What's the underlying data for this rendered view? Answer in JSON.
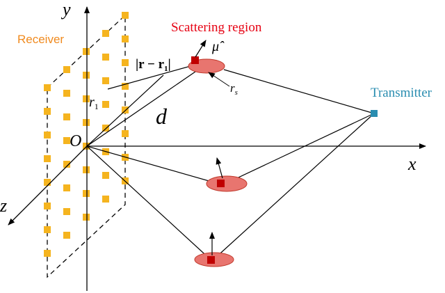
{
  "labels": {
    "y_axis": "y",
    "x_axis": "x",
    "z_axis": "z",
    "origin": "O",
    "receiver": "Receiver",
    "transmitter": "Transmitter",
    "scattering_region": "Scattering region",
    "distance": "d",
    "r1_main": "r",
    "r1_sub": "1",
    "mu": "μ̂",
    "rs_main": "r",
    "rs_sub": "s",
    "diff_main": "|r − r",
    "diff_sub": "1",
    "diff_end": "|"
  },
  "colors": {
    "receiver_text": "#f08a1e",
    "receiver_element": "#f5b41f",
    "scatter_text": "#e60012",
    "scatter_ellipse": "#e8756f",
    "scatter_ellipse_stroke": "#c0392b",
    "scatter_point": "#c00000",
    "transmitter_text": "#2a8db0",
    "transmitter_point": "#2a8db0",
    "line": "#000000"
  }
}
